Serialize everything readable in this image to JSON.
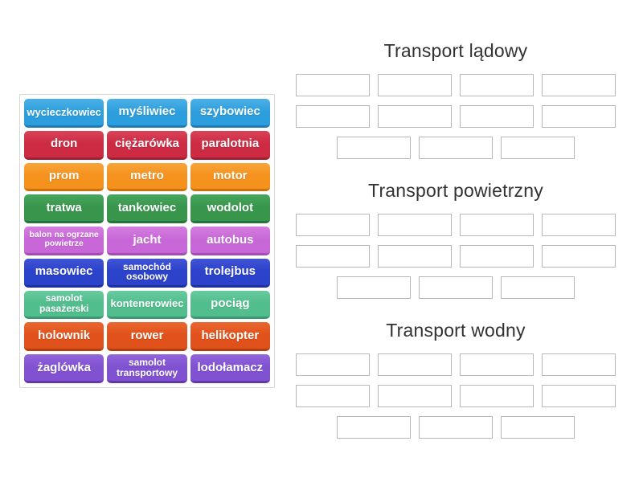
{
  "palette": {
    "sky": {
      "light": "#4CB1E7",
      "base": "#2D9EDD",
      "dark": "#1F7DB6"
    },
    "crimson": {
      "light": "#D94358",
      "base": "#CD2B43",
      "dark": "#A21F34"
    },
    "orange": {
      "light": "#F8A53A",
      "base": "#F5911D",
      "dark": "#CC7310"
    },
    "green": {
      "light": "#48A55D",
      "base": "#37964C",
      "dark": "#28713A"
    },
    "orchid": {
      "light": "#D57DE1",
      "base": "#C868D8",
      "dark": "#A34DB2"
    },
    "royalblue": {
      "light": "#4154D5",
      "base": "#2B42CA",
      "dark": "#1F2F9E"
    },
    "mint": {
      "light": "#67CA9E",
      "base": "#52BE8E",
      "dark": "#3C9A70"
    },
    "orangered": {
      "light": "#EA6831",
      "base": "#E1511B",
      "dark": "#B53E10"
    },
    "purple": {
      "light": "#9165DB",
      "base": "#8052D2",
      "dark": "#6339A9"
    }
  },
  "bank": {
    "tiles": [
      {
        "label": "wycieczkowiec",
        "color": "sky",
        "variant": "md"
      },
      {
        "label": "myśliwiec",
        "color": "sky",
        "variant": "lg"
      },
      {
        "label": "szybowiec",
        "color": "sky",
        "variant": "lg"
      },
      {
        "label": "dron",
        "color": "crimson",
        "variant": "lg"
      },
      {
        "label": "ciężarówka",
        "color": "crimson",
        "variant": "lg"
      },
      {
        "label": "paralotnia",
        "color": "crimson",
        "variant": "lg"
      },
      {
        "label": "prom",
        "color": "orange",
        "variant": "lg"
      },
      {
        "label": "metro",
        "color": "orange",
        "variant": "lg"
      },
      {
        "label": "motor",
        "color": "orange",
        "variant": "lg"
      },
      {
        "label": "tratwa",
        "color": "green",
        "variant": "lg"
      },
      {
        "label": "tankowiec",
        "color": "green",
        "variant": "lg"
      },
      {
        "label": "wodolot",
        "color": "green",
        "variant": "lg"
      },
      {
        "label": "balon na ogrzane\npowietrze",
        "color": "orchid",
        "variant": "xs"
      },
      {
        "label": "jacht",
        "color": "orchid",
        "variant": "lg"
      },
      {
        "label": "autobus",
        "color": "orchid",
        "variant": "lg"
      },
      {
        "label": "masowiec",
        "color": "royalblue",
        "variant": "lg"
      },
      {
        "label": "samochód\nosobowy",
        "color": "royalblue",
        "variant": "sm"
      },
      {
        "label": "trolejbus",
        "color": "royalblue",
        "variant": "lg"
      },
      {
        "label": "samolot\npasażerski",
        "color": "mint",
        "variant": "sm"
      },
      {
        "label": "kontenerowiec",
        "color": "mint",
        "variant": "md"
      },
      {
        "label": "pociąg",
        "color": "mint",
        "variant": "lg"
      },
      {
        "label": "holownik",
        "color": "orangered",
        "variant": "lg"
      },
      {
        "label": "rower",
        "color": "orangered",
        "variant": "lg"
      },
      {
        "label": "helikopter",
        "color": "orangered",
        "variant": "lg"
      },
      {
        "label": "żaglówka",
        "color": "purple",
        "variant": "lg"
      },
      {
        "label": "samolot\ntransportowy",
        "color": "purple",
        "variant": "sm"
      },
      {
        "label": "lodołamacz",
        "color": "purple",
        "variant": "lg"
      }
    ]
  },
  "groups": [
    {
      "title": "Transport lądowy",
      "slot_count": 11
    },
    {
      "title": "Transport powietrzny",
      "slot_count": 11
    },
    {
      "title": "Transport wodny",
      "slot_count": 11
    }
  ],
  "slot_border_color": "#b7b7b7",
  "title_color": "#323232"
}
